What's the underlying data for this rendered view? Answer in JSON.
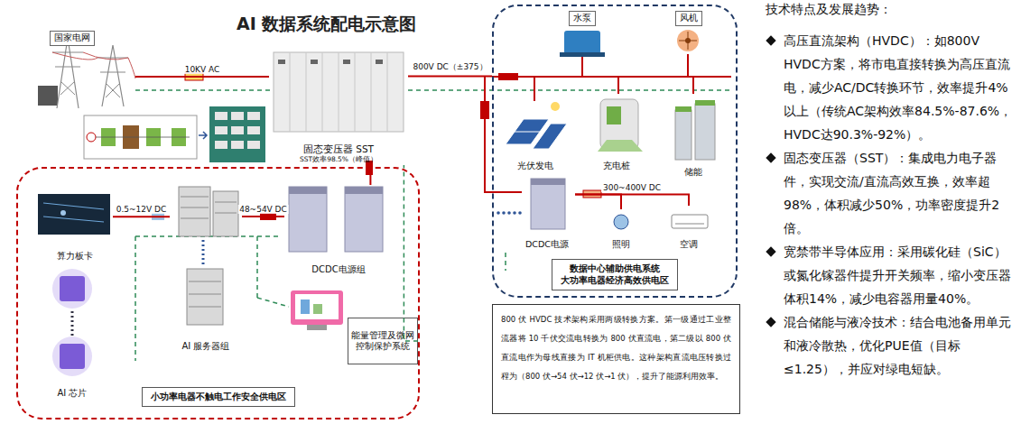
{
  "diagram": {
    "title": "AI 数据系统配电示意图",
    "nodes": [
      {
        "text": [
          "国家电网"
        ]
      },
      {
        "text": [
          "固态变压器 SST",
          "SST效率98.5%（峰值）"
        ]
      },
      {
        "text": [
          "小功率电器不触电工作安全供电区"
        ]
      },
      {
        "text": [
          "算力板卡"
        ],
        "in": 2
      },
      {
        "text": [
          "AI 芯片"
        ],
        "in": 2
      },
      {
        "text": [
          "AI 服务器组"
        ],
        "in": 2
      },
      {
        "text": [
          "DCDC电源组"
        ],
        "in": 2
      },
      {
        "text": [
          "能量管理及微网控制保护系统"
        ],
        "in": 2
      },
      {
        "text": [
          "数据中心辅助供电系统",
          "大功率电器经济高效供电区"
        ]
      },
      {
        "text": [
          "水泵"
        ],
        "in": 8
      },
      {
        "text": [
          "风机"
        ],
        "in": 8
      },
      {
        "text": [
          "光伏发电"
        ],
        "in": 8
      },
      {
        "text": [
          "充电桩"
        ],
        "in": 8
      },
      {
        "text": [
          "储能"
        ],
        "in": 8
      },
      {
        "text": [
          "DCDC电源"
        ],
        "in": 8
      },
      {
        "text": [
          "照明"
        ],
        "in": 8
      },
      {
        "text": [
          "空调"
        ],
        "in": 8
      },
      {
        "text": [
          "800 伏 HVDC 技术架构采用两级转换方案。第一级通过工业整流器将 10 千伏交流电转换为 800 伏直流电，第二级以 800 伏直流电作为母线直接为 IT 机柜供电。这种架构直流电压转换过程为（800 伏→54 伏→12 伏→1 伏），提升了能源利用效率。"
        ]
      }
    ],
    "edges": [
      {
        "from": 0,
        "to": 1,
        "label": "10KV AC",
        "arrow": "none"
      },
      {
        "from": 1,
        "to": 8,
        "label": "800V DC（±375）",
        "arrow": "none"
      },
      {
        "from": 1,
        "to": 6,
        "arrow": "none"
      },
      {
        "from": 6,
        "to": 5,
        "label": "48~54V DC",
        "arrow": "none"
      },
      {
        "from": 5,
        "to": 3,
        "label": "0.5~12V DC",
        "arrow": "none"
      },
      {
        "from": 14,
        "to": 16,
        "label": "300~400V DC",
        "arrow": "none"
      },
      {
        "from": 14,
        "to": 15,
        "arrow": "none"
      },
      {
        "from": 7,
        "to": 1,
        "arrow": "none"
      }
    ],
    "labels": [
      "技术特点及发展趋势：",
      "高压直流架构（HVDC）：如800V HVDC方案，将市电直接转换为高压直流电，减少AC/DC转换环节，效率提升4%以上（传统AC架构效率84.5%-87.6%，HVDC达90.3%-92%）。",
      "固态变压器（SST）：集成电力电子器件，实现交流/直流高效互换，效率超98%，体积减少50%，功率密度提升2倍。",
      "宽禁带半导体应用：采用碳化硅（SiC）或氮化镓器件提升开关频率，缩小变压器体积14%，减少电容器用量40%。",
      "混合储能与液冷技术：结合电池备用单元和液冷散热，优化PUE值（目标≤1.25），并应对绿电短缺。"
    ]
  }
}
